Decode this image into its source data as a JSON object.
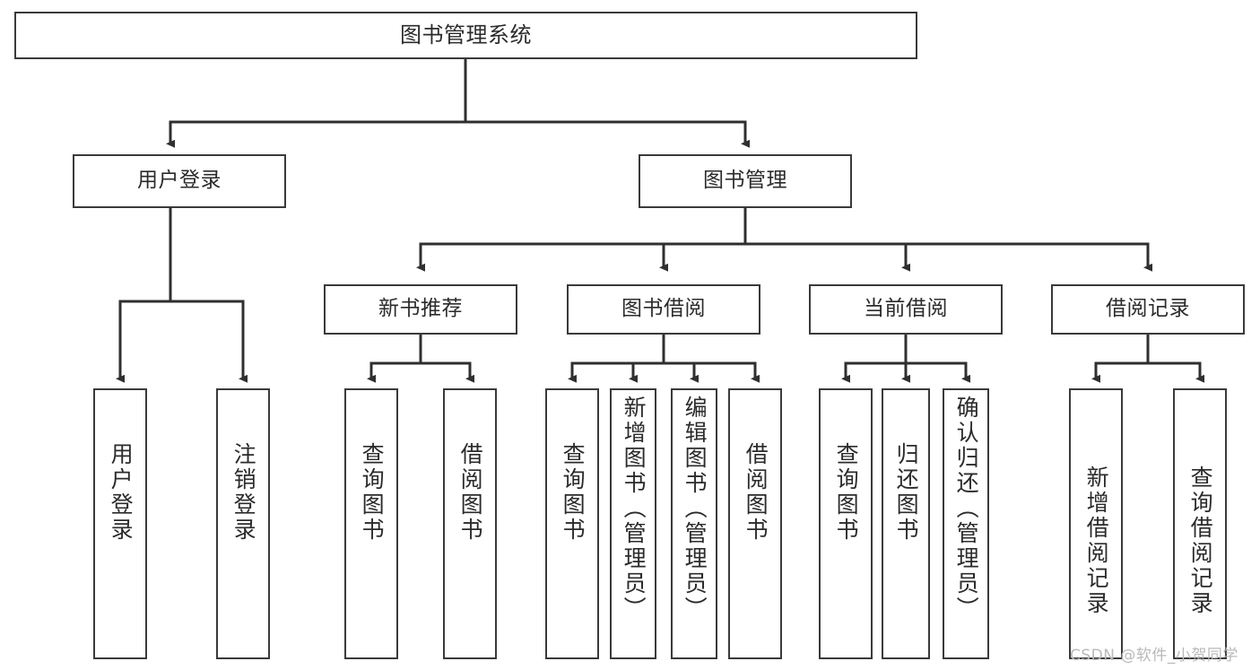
{
  "diagram": {
    "title": "图书管理系统",
    "type": "tree-hierarchy-chart",
    "root": {
      "label": "图书管理系统"
    },
    "level1": [
      {
        "label": "用户登录"
      },
      {
        "label": "图书管理"
      }
    ],
    "level2": [
      {
        "label": "新书推荐"
      },
      {
        "label": "图书借阅"
      },
      {
        "label": "当前借阅"
      },
      {
        "label": "借阅记录"
      }
    ],
    "leaves": {
      "user_login": [
        {
          "label": "用户登录"
        },
        {
          "label": "注销登录"
        }
      ],
      "new_book_recommend": [
        {
          "label": "查询图书"
        },
        {
          "label": "借阅图书"
        }
      ],
      "book_borrow": [
        {
          "label": "查询图书"
        },
        {
          "label": "新增图书（管理员）"
        },
        {
          "label": "编辑图书（管理员）"
        },
        {
          "label": "借阅图书"
        }
      ],
      "current_borrow": [
        {
          "label": "查询图书"
        },
        {
          "label": "归还图书"
        },
        {
          "label": "确认归还（管理员）"
        }
      ],
      "borrow_record": [
        {
          "label": "新增借阅记录"
        },
        {
          "label": "查询借阅记录"
        }
      ]
    }
  },
  "watermark": {
    "text": "CSDN @软件_小贺同学"
  },
  "colors": {
    "box_border": "#3a3a3a",
    "box_fill": "#ffffff",
    "text": "#2b2b2b",
    "edge": "#2f2f2f",
    "watermark": "#b9b9b9",
    "background": "#ffffff"
  }
}
